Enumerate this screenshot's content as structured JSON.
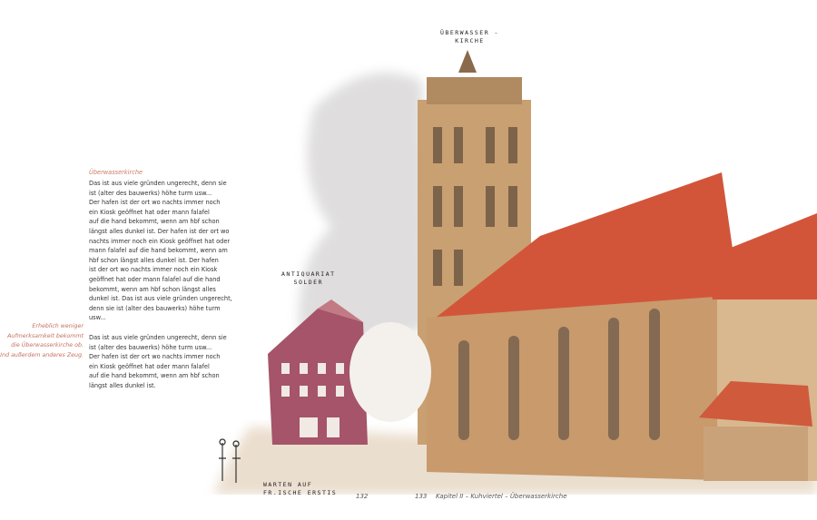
{
  "left_page": {
    "heading": "Überwasserkirche",
    "paragraph1": [
      "Das ist aus viele gründen ungerecht, denn sie",
      "ist (alter des bauwerks) höhe turm usw...",
      "Der hafen ist der ort wo nachts immer noch",
      "ein Kiosk geöffnet hat oder mann falafel",
      "auf die hand bekommt, wenn am hbf schon",
      "längst alles dunkel ist. Der hafen ist der ort wo",
      "nachts immer noch ein Kiosk geöffnet hat oder",
      "mann falafel auf die hand bekommt, wenn am",
      "hbf schon längst alles dunkel ist. Der hafen",
      "ist der ort wo nachts immer noch ein Kiosk",
      "geöffnet hat oder mann falafel auf die hand",
      "bekommt, wenn am hbf schon längst alles",
      "dunkel ist. Das ist aus viele gründen ungerecht,",
      "denn sie ist (alter des bauwerks) höhe turm",
      "usw..."
    ],
    "paragraph2": [
      "Das ist aus viele gründen ungerecht, denn sie",
      "ist (alter des bauwerks) höhe turm usw...",
      "Der hafen ist der ort wo nachts immer noch",
      "ein Kiosk geöffnet hat oder mann falafel",
      "auf die hand bekommt, wenn am hbf schon",
      "längst alles dunkel ist."
    ],
    "margin_note": [
      "Erheblich weniger",
      "Aufmerksamkeit bekommt",
      "die Überwasserkirche ob.",
      "Und außerdem anderes Zeug."
    ],
    "page_number": "132"
  },
  "right_page": {
    "page_number": "133",
    "running_head": "Kapitel II – Kuhviertel – Überwasserkirche"
  },
  "illustration": {
    "label_church": [
      "ÜBERWASSER -",
      "KIRCHE"
    ],
    "label_shop": [
      "ANTIQUARIAT",
      "SOLDER"
    ],
    "label_people": [
      "WARTEN AUF",
      "FR.ISCHE ERSTIS"
    ]
  },
  "colors": {
    "accent": "#d07a66",
    "roof": "#d2553a",
    "stone": "#c9a071",
    "house": "#a5546a"
  }
}
